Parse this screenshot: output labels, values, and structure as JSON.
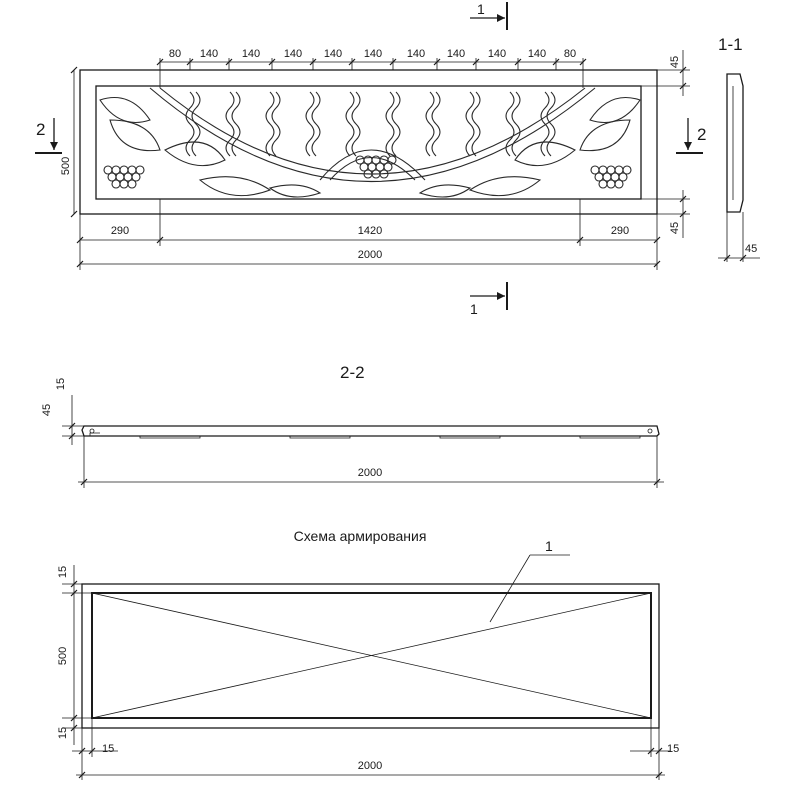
{
  "section_1_1": "1-1",
  "section_2_2": "2-2",
  "scheme_title": "Схема армирования",
  "cut_marker_1": "1",
  "cut_marker_2": "2",
  "callout_1": "1",
  "elevation": {
    "top_dims": [
      "80",
      "140",
      "140",
      "140",
      "140",
      "140",
      "140",
      "140",
      "140",
      "140",
      "80"
    ],
    "height": "500",
    "border_top": "45",
    "border_bottom": "45",
    "left_seg": "290",
    "mid_seg": "1420",
    "right_seg": "290",
    "total_length": "2000"
  },
  "section_1_1_view": {
    "thickness": "45"
  },
  "section_2_2_view": {
    "dim_15": "15",
    "dim_45": "45",
    "length": "2000"
  },
  "reinforcement": {
    "height": "500",
    "cover_top": "15",
    "cover_bottom": "15",
    "cover_left": "15",
    "cover_right": "15",
    "length": "2000"
  }
}
